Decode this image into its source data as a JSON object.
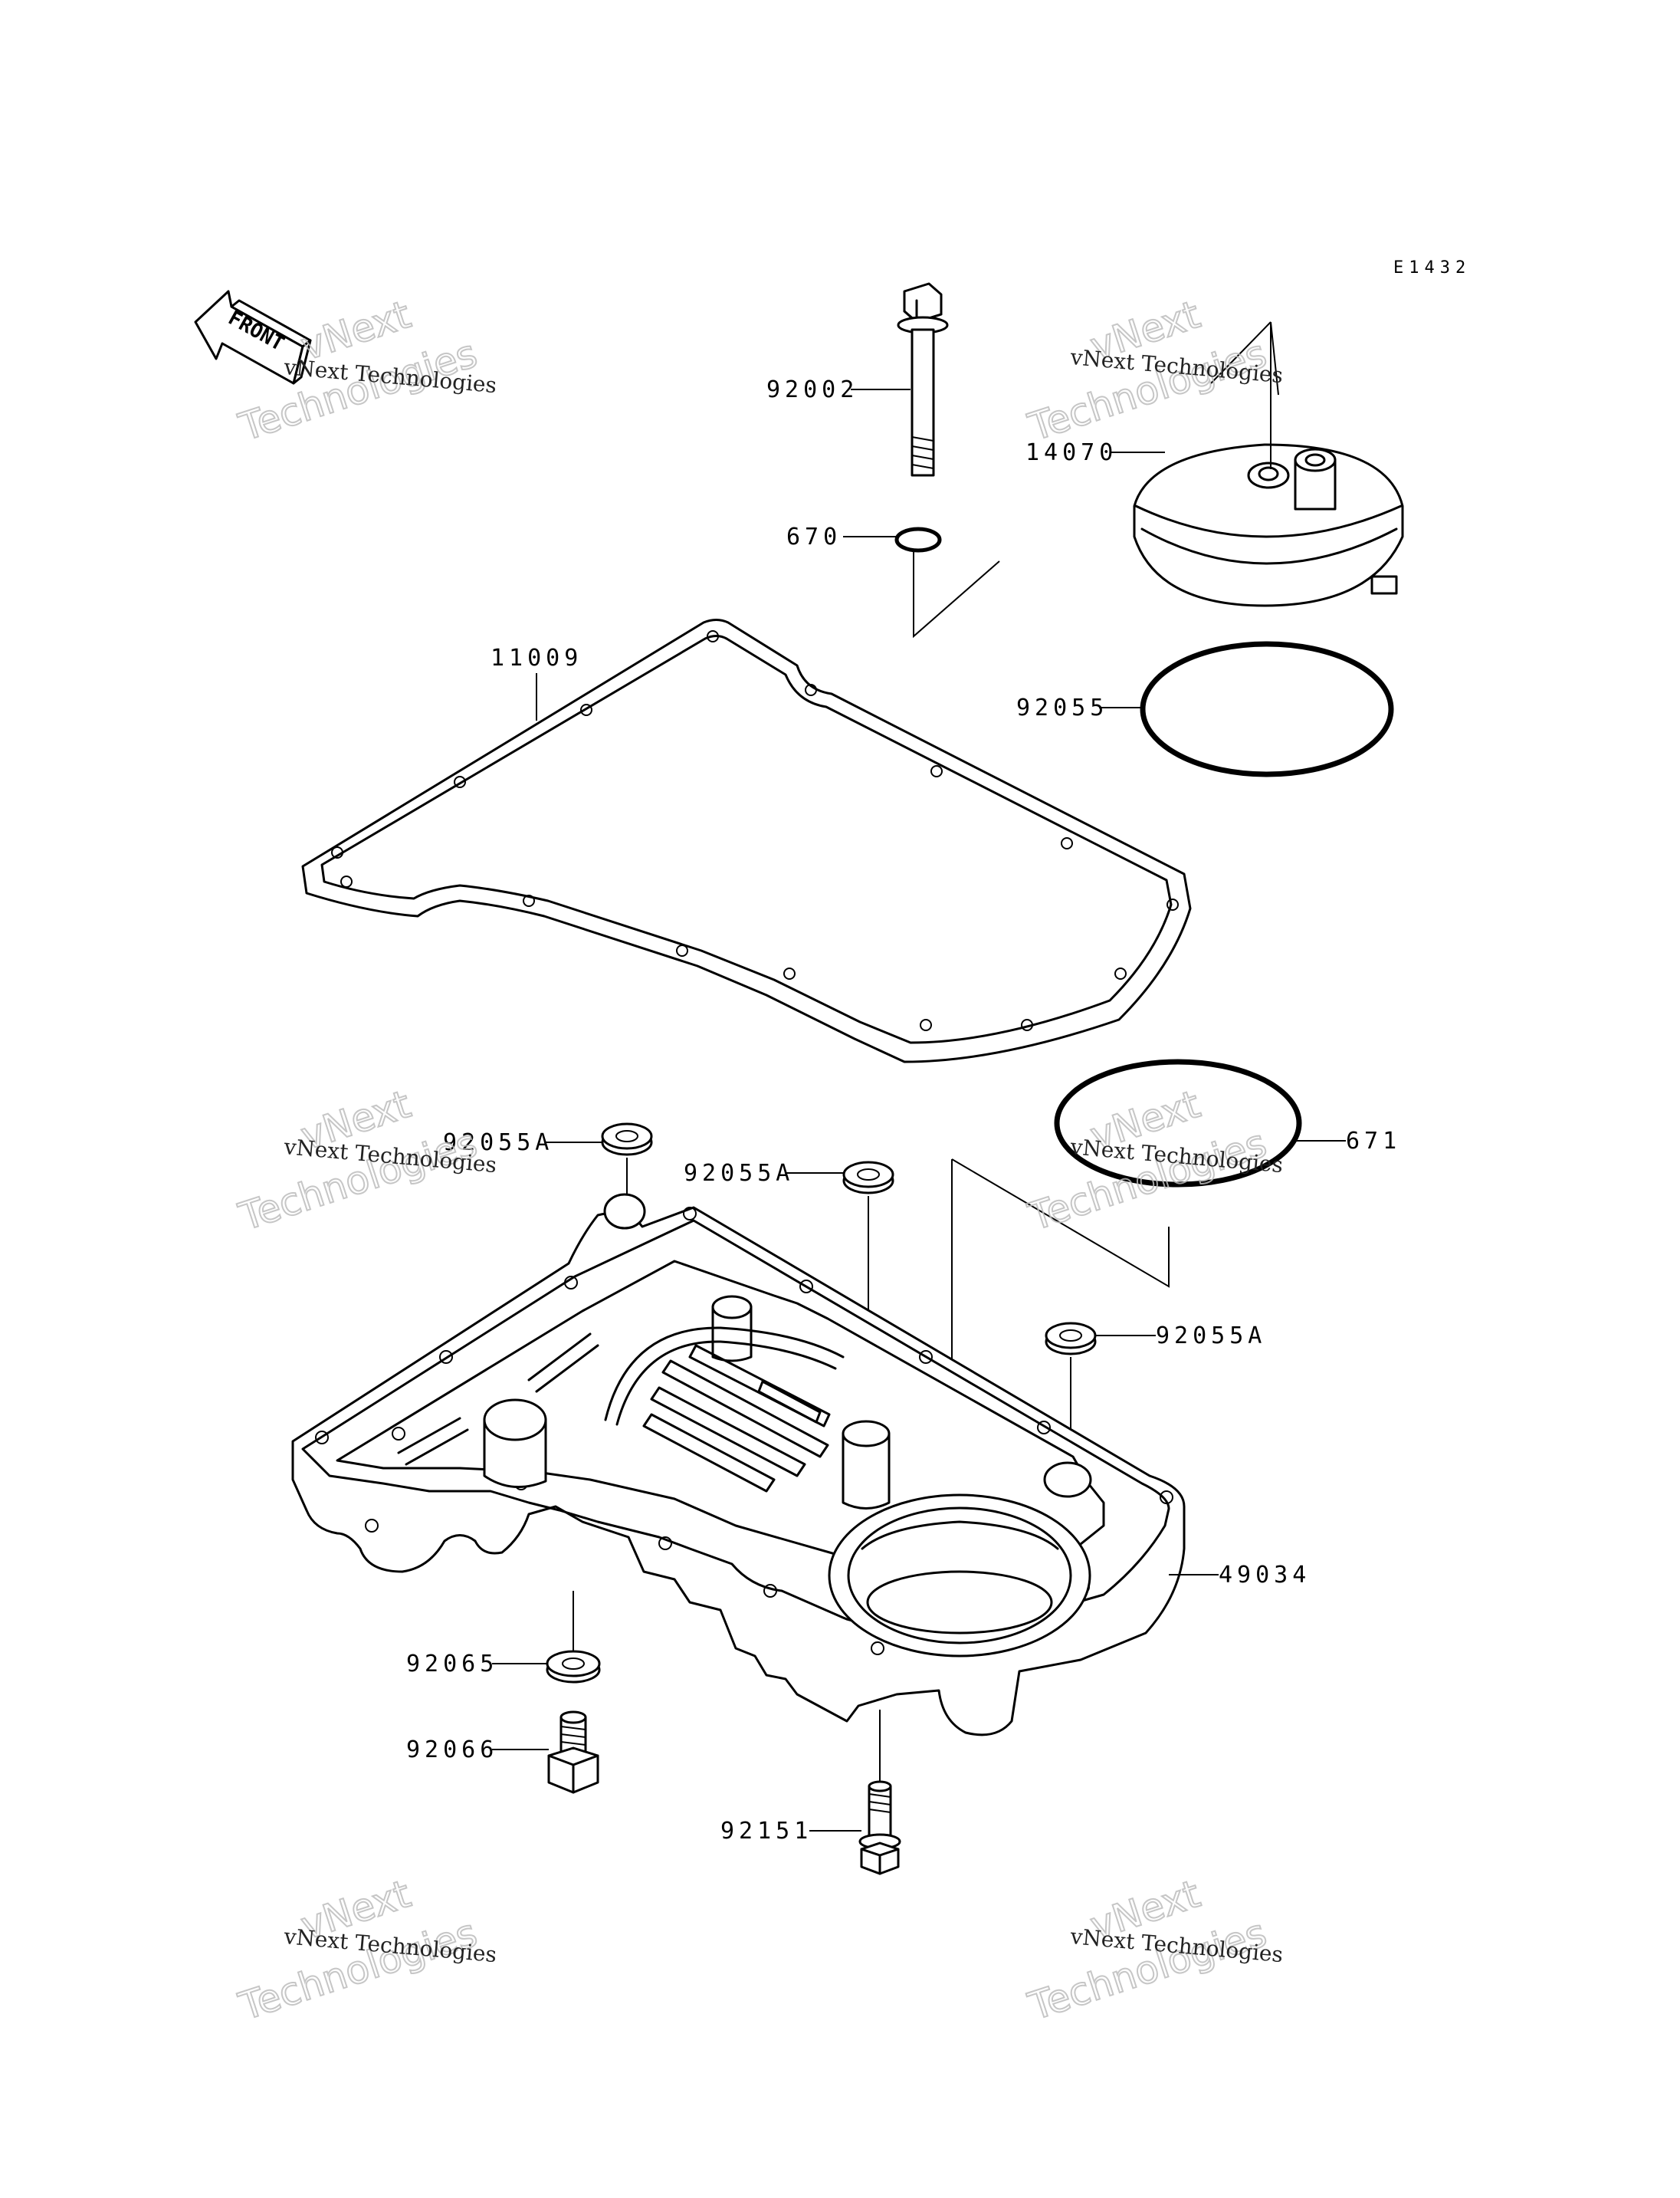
{
  "diagram_code": "E1432",
  "front_label": "FRONT",
  "watermark": {
    "line_small": "vNext Technologies",
    "line_big_1": "vNext",
    "line_big_2": "Technologies"
  },
  "parts": {
    "p92002": "92002",
    "p14070": "14070",
    "p670": "670",
    "p11009": "11009",
    "p92055": "92055",
    "p92055A_1": "92055A",
    "p92055A_2": "92055A",
    "p92055A_3": "92055A",
    "p671": "671",
    "p49034": "49034",
    "p92065": "92065",
    "p92066": "92066",
    "p92151": "92151"
  },
  "colors": {
    "ink": "#000000",
    "background": "#ffffff",
    "watermark": "#bdbdbd"
  }
}
